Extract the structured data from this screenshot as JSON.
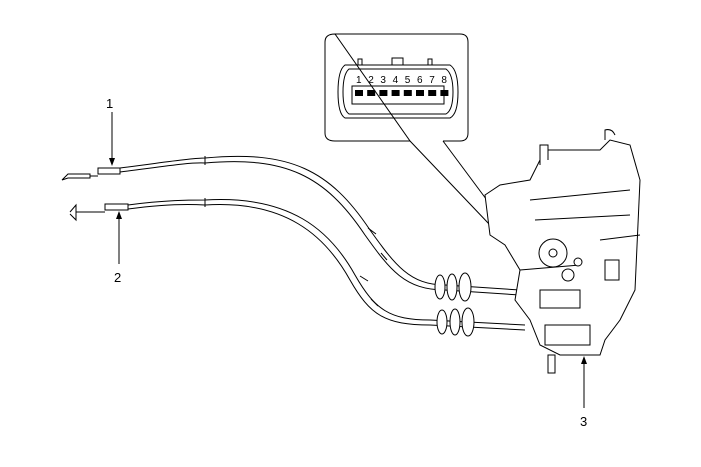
{
  "callouts": [
    {
      "number": "1"
    },
    {
      "number": "2"
    },
    {
      "number": "3"
    }
  ],
  "connector_inset": {
    "pins": [
      "1",
      "2",
      "3",
      "4",
      "5",
      "6",
      "7",
      "8"
    ]
  }
}
